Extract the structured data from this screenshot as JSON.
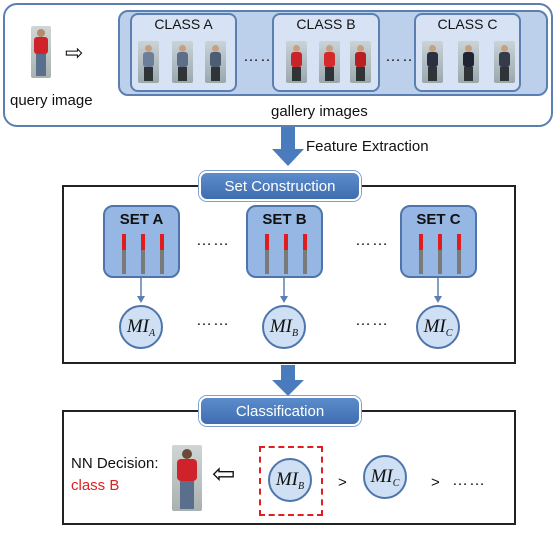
{
  "query": {
    "label": "query image"
  },
  "gallery": {
    "label": "gallery images",
    "classes": [
      {
        "title": "CLASS A",
        "torso_color": "#5d6f88"
      },
      {
        "title": "CLASS B",
        "torso_color": "#c8242a"
      },
      {
        "title": "CLASS C",
        "torso_color": "#2a3040"
      }
    ],
    "ellipsis": "……"
  },
  "feature_extraction": {
    "label": "Feature Extraction"
  },
  "set_construction": {
    "title": "Set Construction",
    "sets": [
      {
        "title": "SET A",
        "mi_base": "MI",
        "mi_sub": "A"
      },
      {
        "title": "SET B",
        "mi_base": "MI",
        "mi_sub": "B"
      },
      {
        "title": "SET C",
        "mi_base": "MI",
        "mi_sub": "C"
      }
    ],
    "ellipsis": "……"
  },
  "classification": {
    "title": "Classification",
    "decision_label": "NN Decision:",
    "decision_value": "class B",
    "mi_base": "MI",
    "selected_sub": "B",
    "next_sub": "C",
    "gt_symbol": ">",
    "trailing": "……"
  },
  "colors": {
    "accent_blue": "#4a7bbd",
    "decision_red": "#e02020",
    "highlight_dash": "#e02020"
  }
}
